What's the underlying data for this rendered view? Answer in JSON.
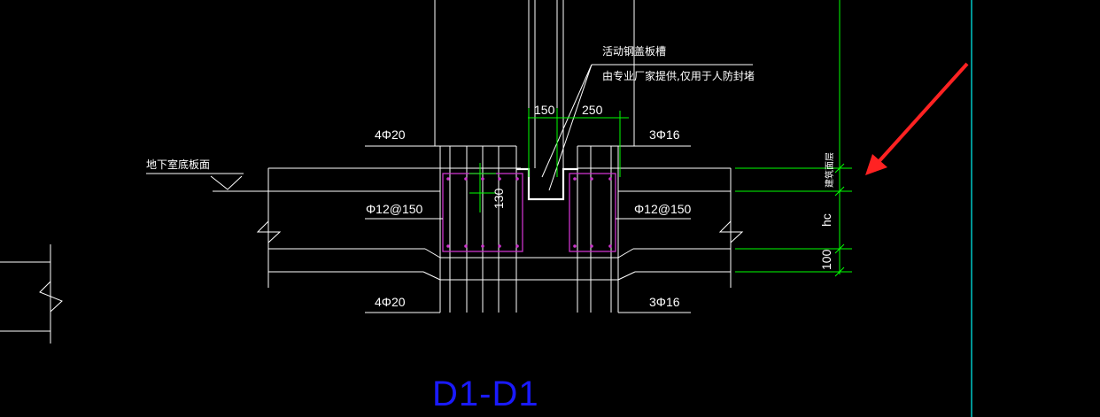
{
  "drawing": {
    "section_title": "D1-D1",
    "note_line1": "活动钢盖板槽",
    "note_line2": "由专业厂家提供,仅用于人防封堵",
    "floor_label": "地下室底板面",
    "rebar_top_left": "4Φ20",
    "rebar_top_right": "3Φ16",
    "rebar_bottom_left": "4Φ20",
    "rebar_bottom_right": "3Φ16",
    "stirrup_left": "Φ12@150",
    "stirrup_right": "Φ12@150",
    "dim_150": "150",
    "dim_250": "250",
    "dim_130": "130",
    "dim_100": "100",
    "dim_hc": "hc",
    "dim_cover": "建筑面层"
  },
  "colors": {
    "background": "#000000",
    "lines": "#ffffff",
    "dimensions": "#00ff00",
    "stirrups": "#cc33cc",
    "frame": "#00e5e5",
    "title": "#1a1aff",
    "arrow": "#ff2222"
  }
}
